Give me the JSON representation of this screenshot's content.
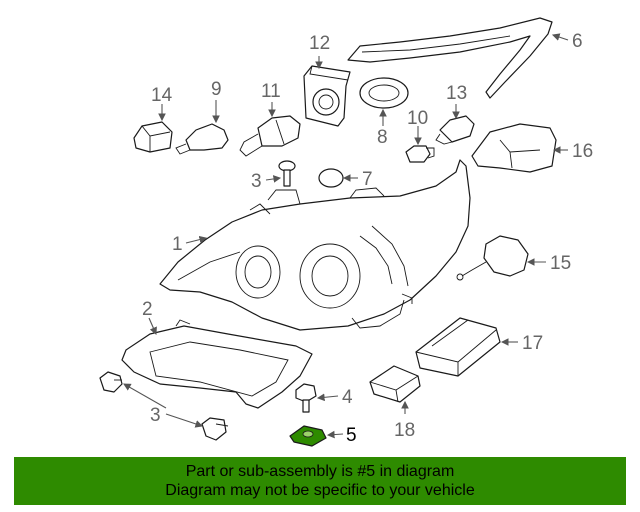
{
  "callouts": {
    "c1": "1",
    "c2": "2",
    "c3a": "3",
    "c3b": "3",
    "c4": "4",
    "c5": "5",
    "c6": "6",
    "c7": "7",
    "c8": "8",
    "c9": "9",
    "c10": "10",
    "c11": "11",
    "c12": "12",
    "c13": "13",
    "c14": "14",
    "c15": "15",
    "c16": "16",
    "c17": "17",
    "c18": "18"
  },
  "highlight_part": "5",
  "banner": {
    "line1": "Part or sub-assembly is #5 in diagram",
    "line2": "Diagram may not be specific to your vehicle"
  },
  "colors": {
    "banner_bg": "#2e8b00",
    "highlight_part": "#2e8b00",
    "callout_text": "#666666"
  }
}
